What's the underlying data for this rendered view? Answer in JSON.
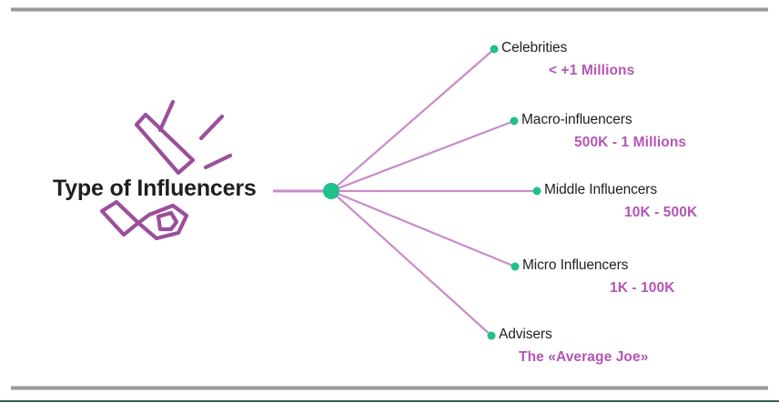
{
  "slide": {
    "title": "Type of Influencers",
    "icon": "megaphone-icon",
    "accent_purple": "#b455b4",
    "line_purple": "#c88cc8",
    "node_green": "#1fc08a",
    "text_dark": "#1f1f1f",
    "rule_gray": "#9a9a9a",
    "rule_accent_green": "#2e6050"
  },
  "branches": [
    {
      "label": "Celebrities",
      "value": "< +1 Millions"
    },
    {
      "label": "Macro-influencers",
      "value": "500K - 1 Millions"
    },
    {
      "label": "Middle Influencers",
      "value": "10K - 500K"
    },
    {
      "label": "Micro Influencers",
      "value": "1K - 100K"
    },
    {
      "label": "Advisers",
      "value": "The «Average Joe»"
    }
  ]
}
